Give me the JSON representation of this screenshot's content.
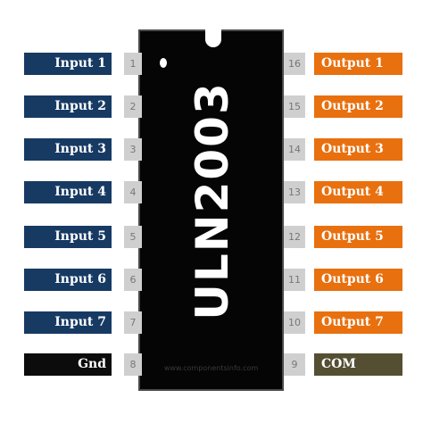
{
  "chip": {
    "label": "ULN2003",
    "watermark": "www.componentsinfo.com"
  },
  "left_pins": [
    {
      "number": "1",
      "label": "Input 1"
    },
    {
      "number": "2",
      "label": "Input 2"
    },
    {
      "number": "3",
      "label": "Input 3"
    },
    {
      "number": "4",
      "label": "Input 4"
    },
    {
      "number": "5",
      "label": "Input 5"
    },
    {
      "number": "6",
      "label": "Input 6"
    },
    {
      "number": "7",
      "label": "Input 7"
    },
    {
      "number": "8",
      "label": "Gnd"
    }
  ],
  "right_pins": [
    {
      "number": "16",
      "label": "Output 1"
    },
    {
      "number": "15",
      "label": "Output 2"
    },
    {
      "number": "14",
      "label": "Output 3"
    },
    {
      "number": "13",
      "label": "Output 4"
    },
    {
      "number": "12",
      "label": "Output 5"
    },
    {
      "number": "11",
      "label": "Output 6"
    },
    {
      "number": "10",
      "label": "Output 7"
    },
    {
      "number": "9",
      "label": "COM"
    }
  ],
  "colors": {
    "input": "#173a63",
    "output": "#e8700f",
    "gnd": "#0c0c0c",
    "com": "#544f33",
    "chip_body": "#050505",
    "pin_pad": "#cfcfcf"
  }
}
